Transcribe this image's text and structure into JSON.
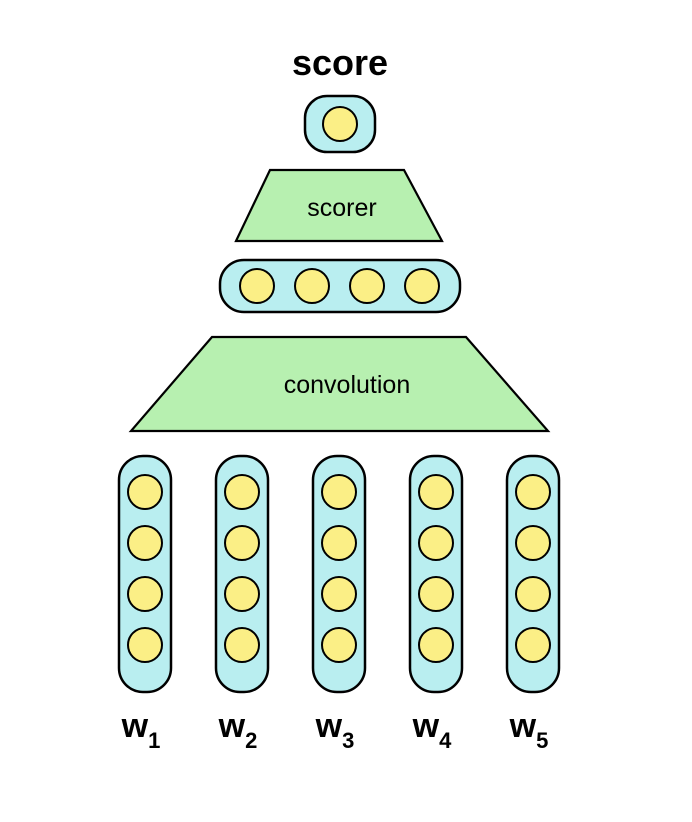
{
  "output_label": "score",
  "scorer_label": "scorer",
  "convolution_label": "convolution",
  "hidden_units": 4,
  "words": [
    {
      "letter": "w",
      "index": "1",
      "units": 4
    },
    {
      "letter": "w",
      "index": "2",
      "units": 4
    },
    {
      "letter": "w",
      "index": "3",
      "units": 4
    },
    {
      "letter": "w",
      "index": "4",
      "units": 4
    },
    {
      "letter": "w",
      "index": "5",
      "units": 4
    }
  ],
  "colors": {
    "capsule_fill": "#b9eef0",
    "unit_fill": "#fbef86",
    "layer_fill": "#b7f0b0",
    "outline": "#000000"
  }
}
